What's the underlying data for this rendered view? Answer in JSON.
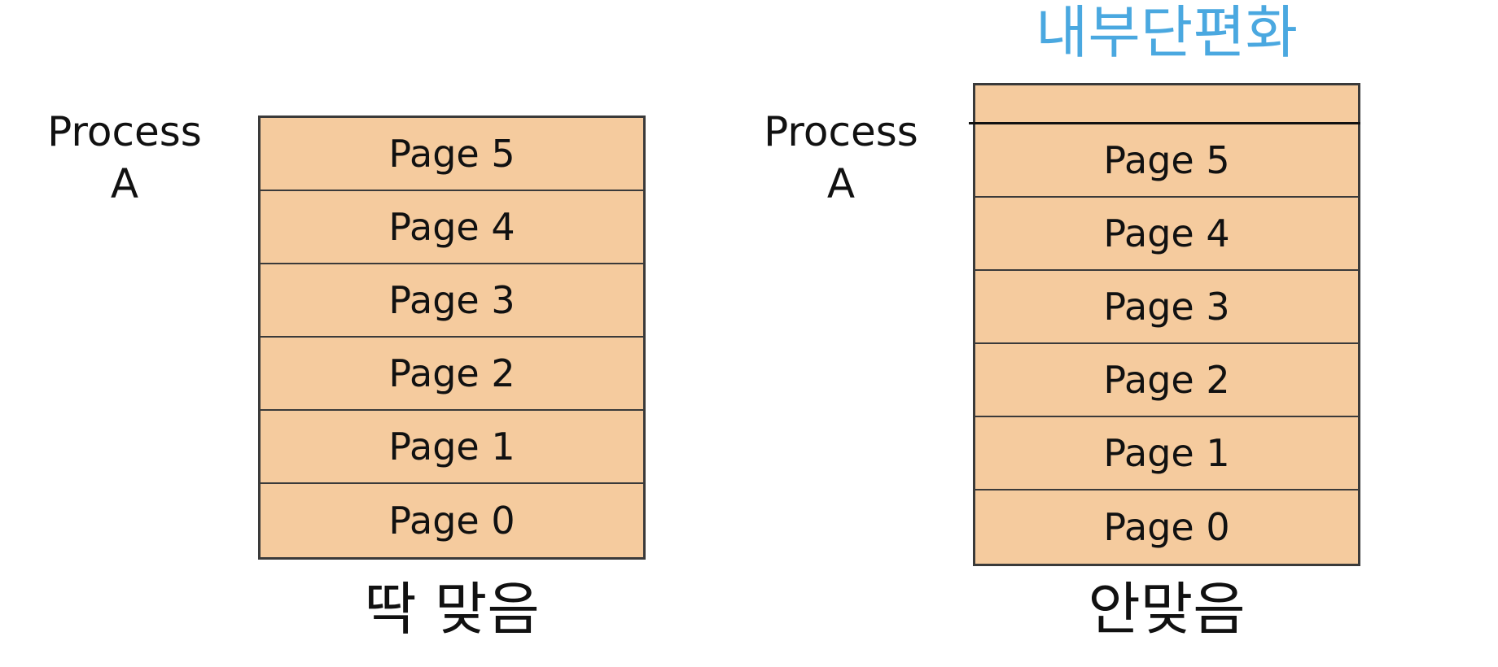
{
  "left_diagram": {
    "process_label": [
      "Process",
      "A"
    ],
    "pages": [
      "Page 5",
      "Page 4",
      "Page 3",
      "Page 2",
      "Page 1",
      "Page 0"
    ],
    "caption": "딱 맞음"
  },
  "right_diagram": {
    "title": "내부단편화",
    "process_label": [
      "Process",
      "A"
    ],
    "pages": [
      "Page 5",
      "Page 4",
      "Page 3",
      "Page 2",
      "Page 1",
      "Page 0"
    ],
    "caption": "안맞음"
  },
  "colors": {
    "page_fill": "#f5cb9e",
    "border": "#3a3a3a",
    "title_accent": "#4aa8e0"
  }
}
